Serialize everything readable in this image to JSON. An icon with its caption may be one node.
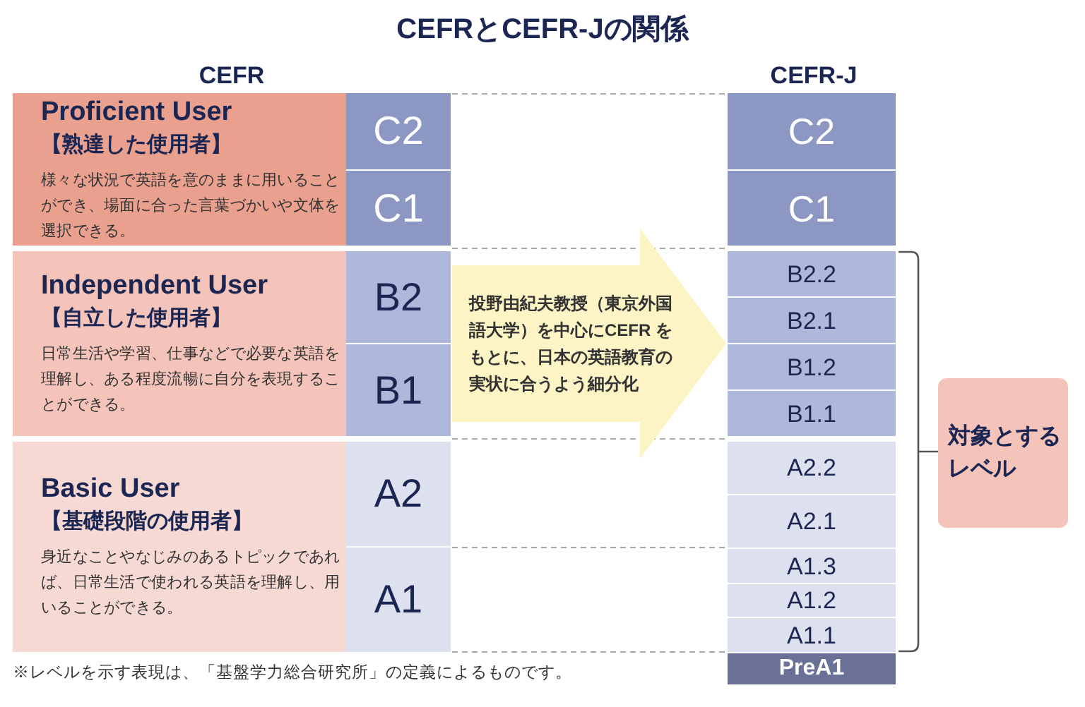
{
  "diagram": {
    "title": "CEFRとCEFR-Jの関係",
    "nodes": [
      {
        "text": [
          "Proficient User",
          "【熟達した使用者】",
          "様々な状況で英語を意のままに用いることができ、場面に合った言葉づかいや文体を選択できる。"
        ]
      },
      {
        "text": [
          "C2"
        ]
      },
      {
        "text": [
          "C1"
        ]
      },
      {
        "text": [
          "Independent User",
          "【自立した使用者】",
          "日常生活や学習、仕事などで必要な英語を理解し、ある程度流暢に自分を表現することができる。"
        ]
      },
      {
        "text": [
          "B2"
        ]
      },
      {
        "text": [
          "B1"
        ]
      },
      {
        "text": [
          "Basic User",
          "【基礎段階の使用者】",
          "身近なことやなじみのあるトピックであれば、日常生活で使われる英語を理解し、用いることができる。"
        ]
      },
      {
        "text": [
          "A2"
        ]
      },
      {
        "text": [
          "A1"
        ]
      },
      {
        "text": [
          "投野由紀夫教授（東京外国語大学）を中心にCEFR をもとに、日本の英語教育の実状に合うよう細分化"
        ]
      },
      {
        "text": [
          "C2"
        ]
      },
      {
        "text": [
          "C1"
        ]
      },
      {
        "text": [
          "B2.2"
        ]
      },
      {
        "text": [
          "B2.1"
        ]
      },
      {
        "text": [
          "B1.2"
        ]
      },
      {
        "text": [
          "B1.1"
        ]
      },
      {
        "text": [
          "A2.2"
        ]
      },
      {
        "text": [
          "A2.1"
        ]
      },
      {
        "text": [
          "A1.3"
        ]
      },
      {
        "text": [
          "A1.2"
        ]
      },
      {
        "text": [
          "A1.1"
        ]
      },
      {
        "text": [
          "PreA1"
        ]
      },
      {
        "text": [
          "対象とするレベル"
        ]
      }
    ],
    "labels": [
      "CEFR",
      "CEFR-J",
      "※レベルを示す表現は、「基盤学力総合研究所」の定義によるものです。"
    ]
  }
}
